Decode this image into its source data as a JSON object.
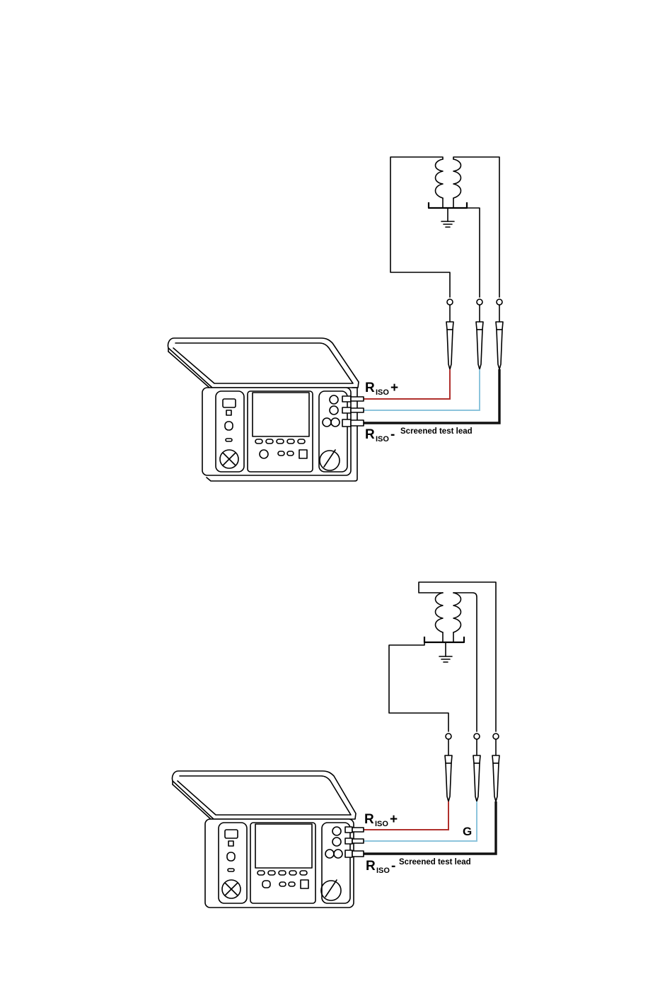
{
  "diagrams": [
    {
      "id": "top",
      "labels": {
        "riso_plus_main": "R",
        "riso_plus_sub": "ISO",
        "riso_plus_sign": "+",
        "riso_minus_main": "R",
        "riso_minus_sub": "ISO",
        "riso_minus_sign": "-",
        "lead": "Screened test lead",
        "guard": ""
      }
    },
    {
      "id": "bottom",
      "labels": {
        "riso_plus_main": "R",
        "riso_plus_sub": "ISO",
        "riso_plus_sign": "+",
        "riso_minus_main": "R",
        "riso_minus_sub": "ISO",
        "riso_minus_sign": "-",
        "lead": "Screened test lead",
        "guard": "G"
      }
    }
  ],
  "colors": {
    "lead_plus": "#b0302c",
    "lead_guard": "#8cc4dc",
    "lead_minus": "#111111",
    "outline": "#000000"
  }
}
